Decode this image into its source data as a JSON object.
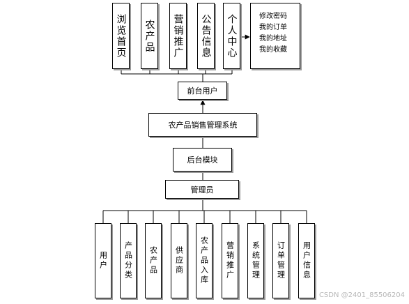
{
  "top_modules": [
    {
      "label": "浏览首页"
    },
    {
      "label": "农产品"
    },
    {
      "label": "营销推广"
    },
    {
      "label": "公告信息"
    },
    {
      "label": "个人中心"
    }
  ],
  "personal_center_detail": [
    "修改密码",
    "我的订单",
    "我的地址",
    "我的收藏"
  ],
  "front_user": "前台用户",
  "system": "农产品销售管理系统",
  "backend_module": "后台模块",
  "admin": "管理员",
  "bottom_modules": [
    {
      "label": "用户"
    },
    {
      "label": "产品分类"
    },
    {
      "label": "农产品"
    },
    {
      "label": "供应商"
    },
    {
      "label": "农产品入库"
    },
    {
      "label": "营销推广"
    },
    {
      "label": "系统管理"
    },
    {
      "label": "订单管理"
    },
    {
      "label": "用户信息"
    }
  ],
  "watermark": "CSDN @2401_85506204"
}
